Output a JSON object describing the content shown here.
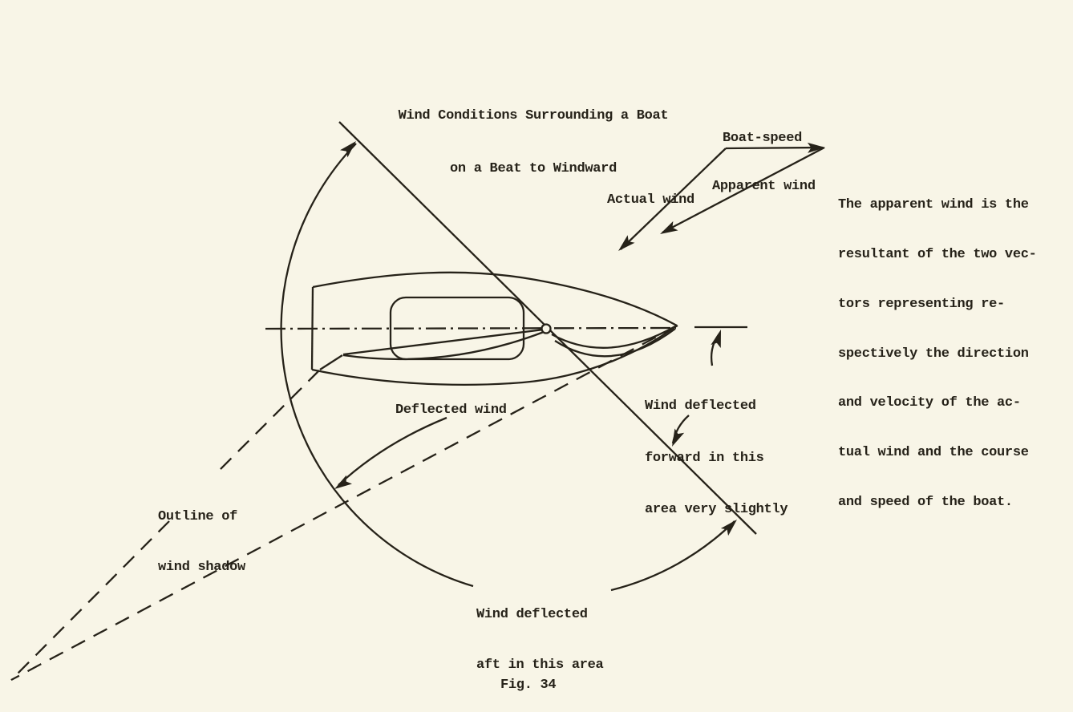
{
  "title": {
    "line1": "Wind Conditions Surrounding a Boat",
    "line2": "on a Beat to Windward"
  },
  "vector_diagram": {
    "boat_speed_label": "Boat-speed",
    "apparent_wind_label": "Apparent wind",
    "actual_wind_label": "Actual wind"
  },
  "side_note": {
    "lines": [
      "The apparent wind is the",
      "resultant of the two vec-",
      "tors representing re-",
      "spectively the direction",
      "and velocity of the ac-",
      "tual wind and the course",
      "and speed of the boat."
    ]
  },
  "labels": {
    "deflected_wind": "Deflected wind",
    "outline_of_wind_shadow": [
      "Outline of",
      "wind shadow"
    ],
    "wind_deflected_forward": [
      "Wind deflected",
      "forward in this",
      "area very slightly"
    ],
    "wind_deflected_aft": [
      "Wind deflected",
      "aft in this area"
    ]
  },
  "caption": "Fig. 34",
  "colors": {
    "paper": "#f8f5e7",
    "ink": "#262219"
  }
}
